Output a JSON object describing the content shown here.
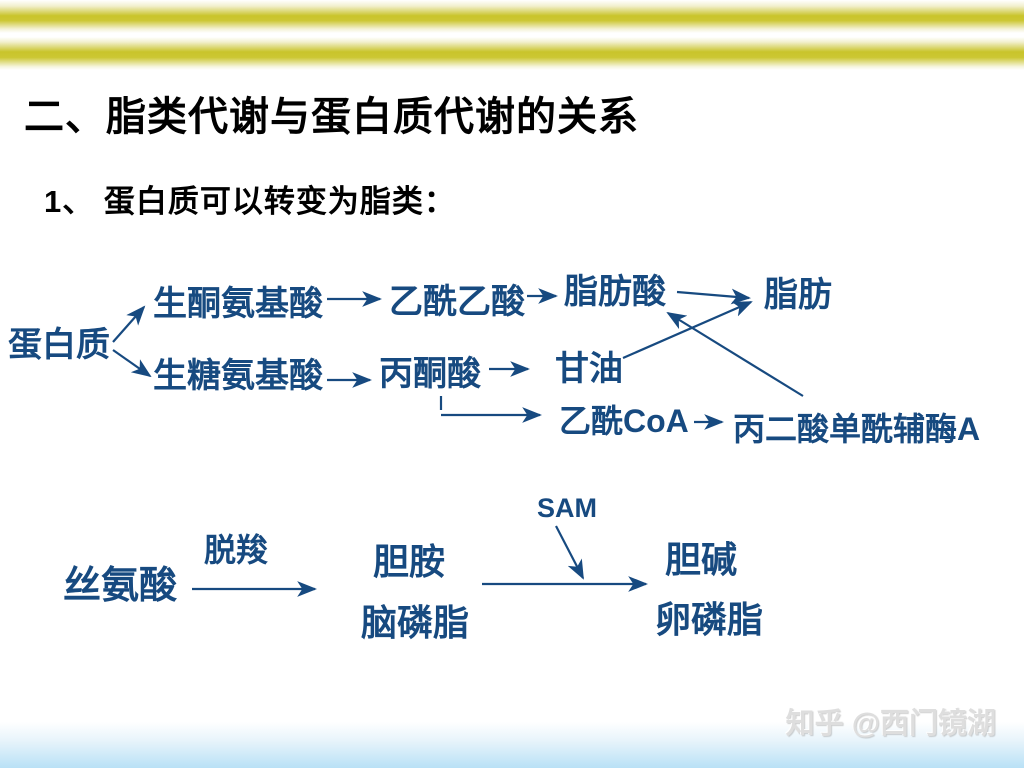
{
  "page": {
    "title": "二、脂类代谢与蛋白质代谢的关系",
    "subtitle": "1、 蛋白质可以转变为脂类：",
    "watermark": "知乎 @西门镜湖"
  },
  "colors": {
    "diagram_text": "#174a80",
    "title_text": "#000000",
    "top_bar_yellow": "#c9c42b",
    "bottom_bar_blue": "#b9e1f6",
    "watermark_gray": "#dedede"
  },
  "pathway1": {
    "protein": "蛋白质",
    "ketogenic_aa": "生酮氨基酸",
    "acetoacetate": "乙酰乙酸",
    "fatty_acid": "脂肪酸",
    "fat": "脂肪",
    "glucogenic_aa": "生糖氨基酸",
    "pyruvate": "丙酮酸",
    "glycerol": "甘油",
    "acetyl_coa": "乙酰CoA",
    "malonyl_coa": "丙二酸单酰辅酶A"
  },
  "pathway2": {
    "serine": "丝氨酸",
    "decarboxylation_label": "脱羧",
    "ethanolamine": "胆胺",
    "cephalin": "脑磷脂",
    "sam_label": "SAM",
    "choline": "胆碱",
    "lecithin": "卵磷脂"
  }
}
